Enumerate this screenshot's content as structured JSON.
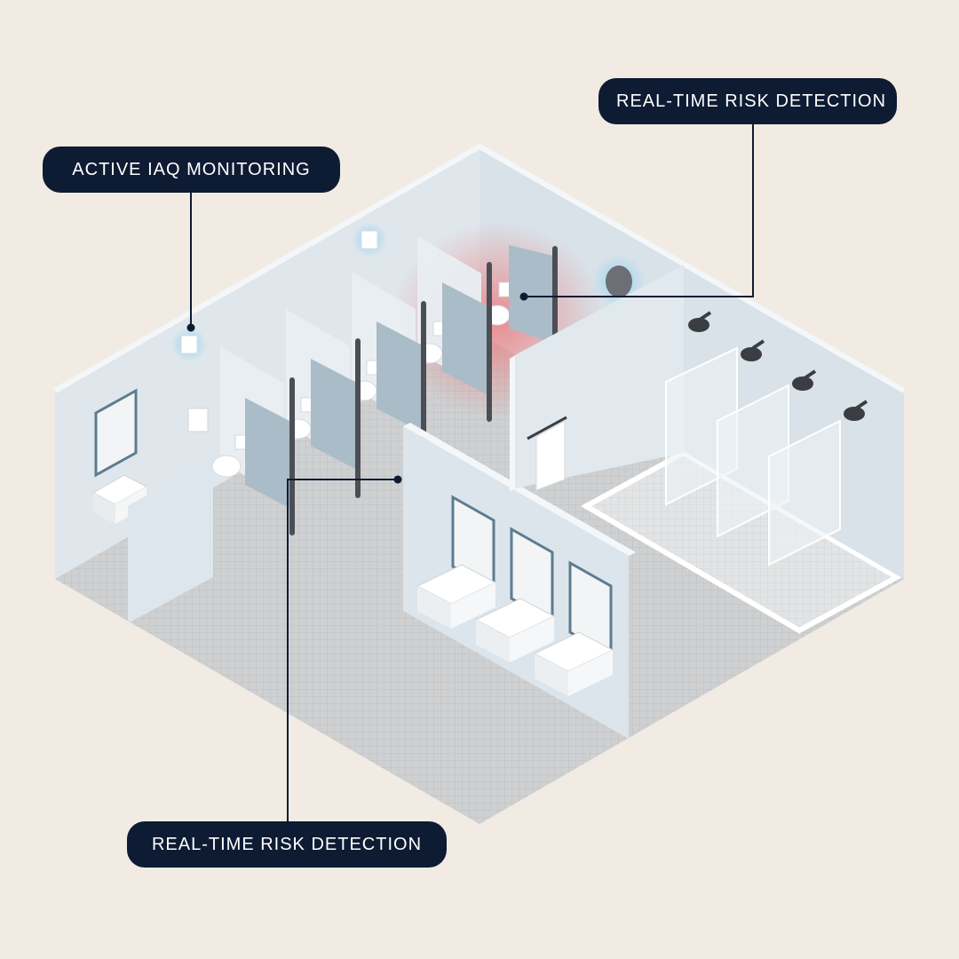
{
  "callouts": {
    "iaq": "ACTIVE IAQ MONITORING",
    "risk_top": "REAL-TIME RISK DETECTION",
    "risk_bottom": "REAL-TIME RISK DETECTION"
  },
  "colors": {
    "background": "#f1ebe3",
    "callout_bg": "#0d1b33",
    "callout_text": "#ffffff",
    "wall": "#dfe7ec",
    "floor": "#c9cacb",
    "partition_door": "#a9bcc8",
    "sensor_glow": "#8fd3f2",
    "risk_glow": "#ef6f73",
    "fixture_dark": "#3a3d42"
  },
  "icons": [
    "iaq-sensor-icon",
    "risk-sensor-icon",
    "toilet-icon",
    "sink-icon",
    "mirror-icon",
    "shower-head-icon",
    "towel-bar-icon"
  ]
}
